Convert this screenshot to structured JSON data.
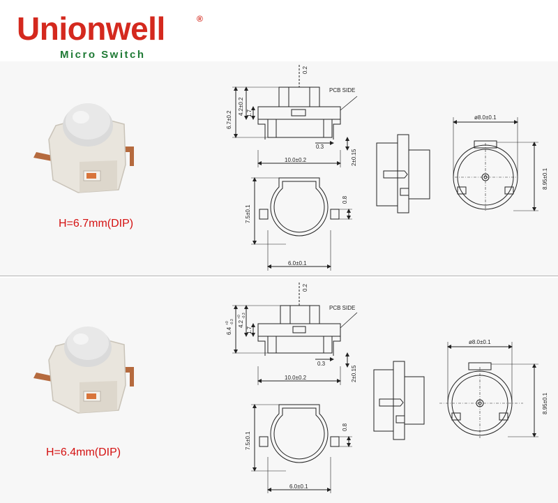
{
  "brand": {
    "name": "Unionwell",
    "registered_mark": "®",
    "tagline": "Micro Switch",
    "name_color": "#d4291e",
    "tagline_color": "#1f7a35"
  },
  "variants": [
    {
      "caption": "H=6.7mm(DIP)",
      "caption_color": "#d41010",
      "dims": {
        "top_clearance": "0.2",
        "total_height": "6.7±0.2",
        "body_height": "4.2±0.2",
        "step_height": "1.7",
        "pcb_side": "PCB SIDE",
        "pin_offset": "0.3",
        "pin_length": "2±0.15",
        "overall_width": "10.0±0.2",
        "footprint_height": "7.5±0.1",
        "slot_width": "0.8",
        "footprint_width": "6.0±0.1",
        "diameter": "ø8.0±0.1",
        "outline_height": "8.95±0.1"
      }
    },
    {
      "caption": "H=6.4mm(DIP)",
      "caption_color": "#d41010",
      "dims": {
        "top_clearance": "0.2",
        "total_height": "6.4",
        "total_height_tol_plus": "+0",
        "total_height_tol_minus": "-0.3",
        "body_height": "4.2",
        "body_height_tol_plus": "+0",
        "body_height_tol_minus": "-0.3",
        "step_height": "1.7",
        "pcb_side": "PCB SIDE",
        "pin_offset": "0.3",
        "pin_length": "2±0.15",
        "overall_width": "10.0±0.2",
        "footprint_height": "7.5±0.1",
        "slot_width": "0.8",
        "footprint_width": "6.0±0.1",
        "diameter": "ø8.0±0.1",
        "outline_height": "8.95±0.1"
      }
    }
  ]
}
